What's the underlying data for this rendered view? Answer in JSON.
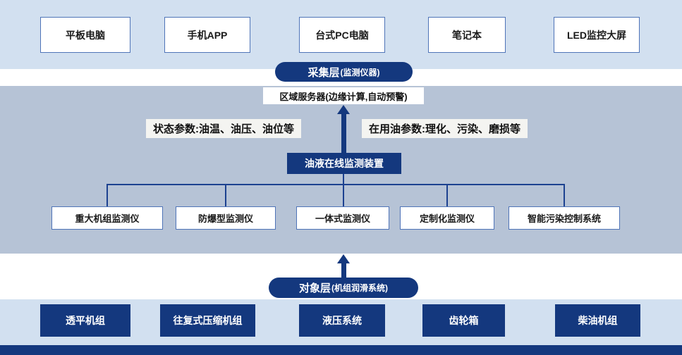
{
  "palette": {
    "navy": "#14387e",
    "band_top": "#d2e0f0",
    "band_middle": "#b6c3d6",
    "band_bottom": "#d2e0f0",
    "box_border": "#4f74b8",
    "label_bg": "#f4f4f1"
  },
  "top_devices": [
    "平板电脑",
    "手机APP",
    "台式PC电脑",
    "笔记本",
    "LED监控大屏"
  ],
  "collection_layer": {
    "title": "采集层",
    "subtitle": "(监测仪器)"
  },
  "server": {
    "label": "区域服务器(边缘计算,自动预警)"
  },
  "params": {
    "left": "状态参数:油温、油压、油位等",
    "right": "在用油参数:理化、污染、磨损等"
  },
  "device": {
    "label": "油液在线监测装置"
  },
  "monitors": [
    "重大机组监测仪",
    "防爆型监测仪",
    "一体式监测仪",
    "定制化监测仪",
    "智能污染控制系统"
  ],
  "object_layer": {
    "title": "对象层",
    "subtitle": "(机组润滑系统)"
  },
  "bottom_units": [
    "透平机组",
    "往复式压缩机组",
    "液压系统",
    "齿轮箱",
    "柴油机组"
  ]
}
